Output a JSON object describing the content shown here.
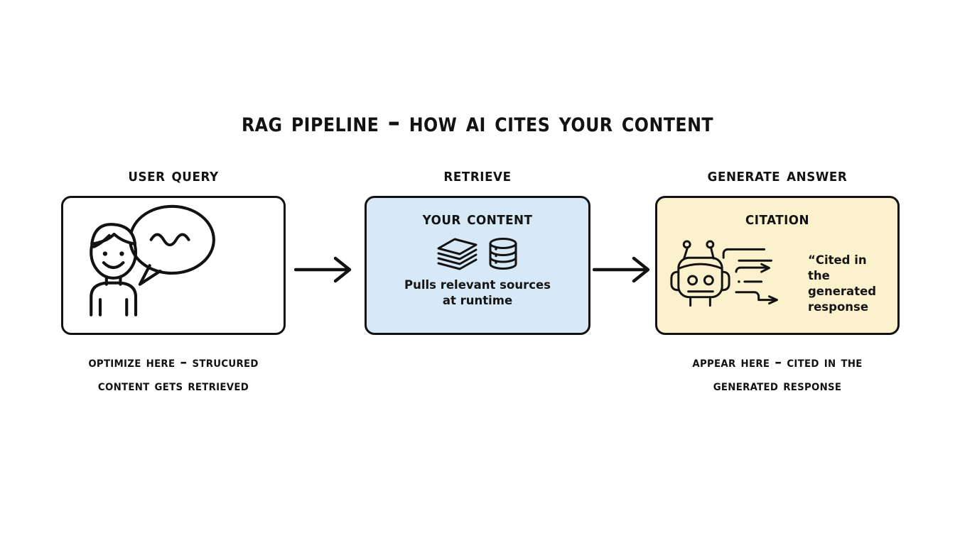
{
  "title": "RAG Pipeline – How AI Cites Your Content",
  "colors": {
    "background": "#ffffff",
    "ink": "#121212",
    "retrieve_fill": "#d7e9f6",
    "generate_fill": "#fbf2cd"
  },
  "steps": [
    {
      "id": "user-query",
      "heading": "User Query",
      "panel_fill": "#ffffff",
      "icons": [
        "person-icon",
        "speech-bubble-icon"
      ],
      "caption": "Optimize here – strucured\ncontent gets retrieved"
    },
    {
      "id": "retrieve",
      "heading": "Retrieve",
      "panel_fill": "#d7e9f6",
      "inner_title": "Your Content",
      "icons": [
        "documents-stack-icon",
        "database-icon"
      ],
      "subtext": "Pulls relevant sources\nat runtime",
      "caption": ""
    },
    {
      "id": "generate",
      "heading": "Generate Answer",
      "panel_fill": "#fbf2cd",
      "inner_title": "Citation",
      "icons": [
        "robot-icon",
        "flow-lines-icon",
        "quote-mark-icon"
      ],
      "quote": "“Cited in the\ngenerated\nresponse",
      "caption": "Appear here – cited in the\ngenerated response"
    }
  ],
  "connectors": [
    {
      "id": "arrow-1",
      "from": "user-query",
      "to": "retrieve",
      "icon": "arrow-right-icon"
    },
    {
      "id": "arrow-2",
      "from": "retrieve",
      "to": "generate",
      "icon": "arrow-right-icon"
    }
  ]
}
